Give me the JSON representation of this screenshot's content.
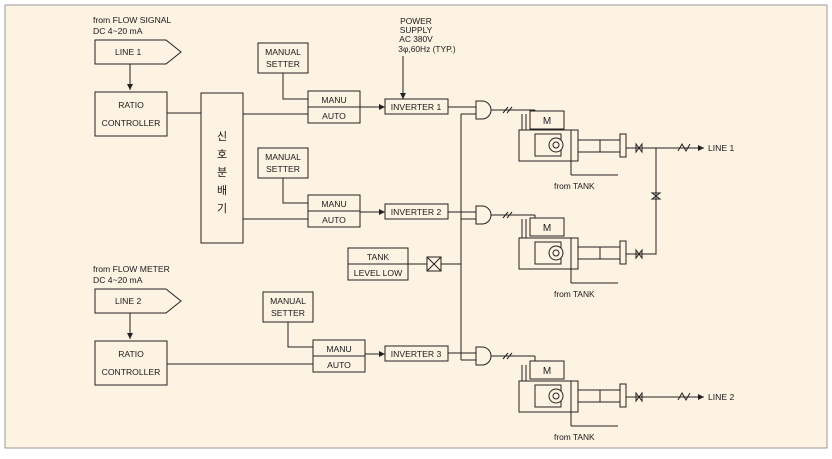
{
  "diagram": {
    "colors": {
      "background": "#fdf3e3",
      "line": "#222222",
      "frame": "#9a9a9a"
    },
    "inputs": [
      {
        "source_label": "from FLOW SIGNAL",
        "signal_label": "DC 4~20 mA",
        "line_tag": "LINE 1"
      },
      {
        "source_label": "from FLOW METER",
        "signal_label": "DC 4~20 mA",
        "line_tag": "LINE 2"
      }
    ],
    "ratio_controllers": [
      {
        "label_1": "RATIO",
        "label_2": "CONTROLLER"
      },
      {
        "label_1": "RATIO",
        "label_2": "CONTROLLER"
      }
    ],
    "distributor": {
      "chars": [
        "신",
        "호",
        "분",
        "배",
        "기"
      ]
    },
    "manual_setters": [
      {
        "label_1": "MANUAL",
        "label_2": "SETTER"
      },
      {
        "label_1": "MANUAL",
        "label_2": "SETTER"
      },
      {
        "label_1": "MANUAL",
        "label_2": "SETTER"
      }
    ],
    "switches": [
      {
        "manu": "MANU",
        "auto": "AUTO"
      },
      {
        "manu": "MANU",
        "auto": "AUTO"
      },
      {
        "manu": "MANU",
        "auto": "AUTO"
      }
    ],
    "inverters": [
      "INVERTER 1",
      "INVERTER 2",
      "INVERTER 3"
    ],
    "power_supply": [
      "POWER",
      "SUPPLY",
      "AC 380V",
      "3φ,60Hz (TYP.)"
    ],
    "tank_level": {
      "label_1": "TANK",
      "label_2": "LEVEL LOW"
    },
    "pumps": [
      {
        "motor": "M",
        "tank_label": "from TANK"
      },
      {
        "motor": "M",
        "tank_label": "from TANK"
      },
      {
        "motor": "M",
        "tank_label": "from TANK"
      }
    ],
    "outlets": [
      "LINE 1",
      "LINE 2"
    ]
  }
}
